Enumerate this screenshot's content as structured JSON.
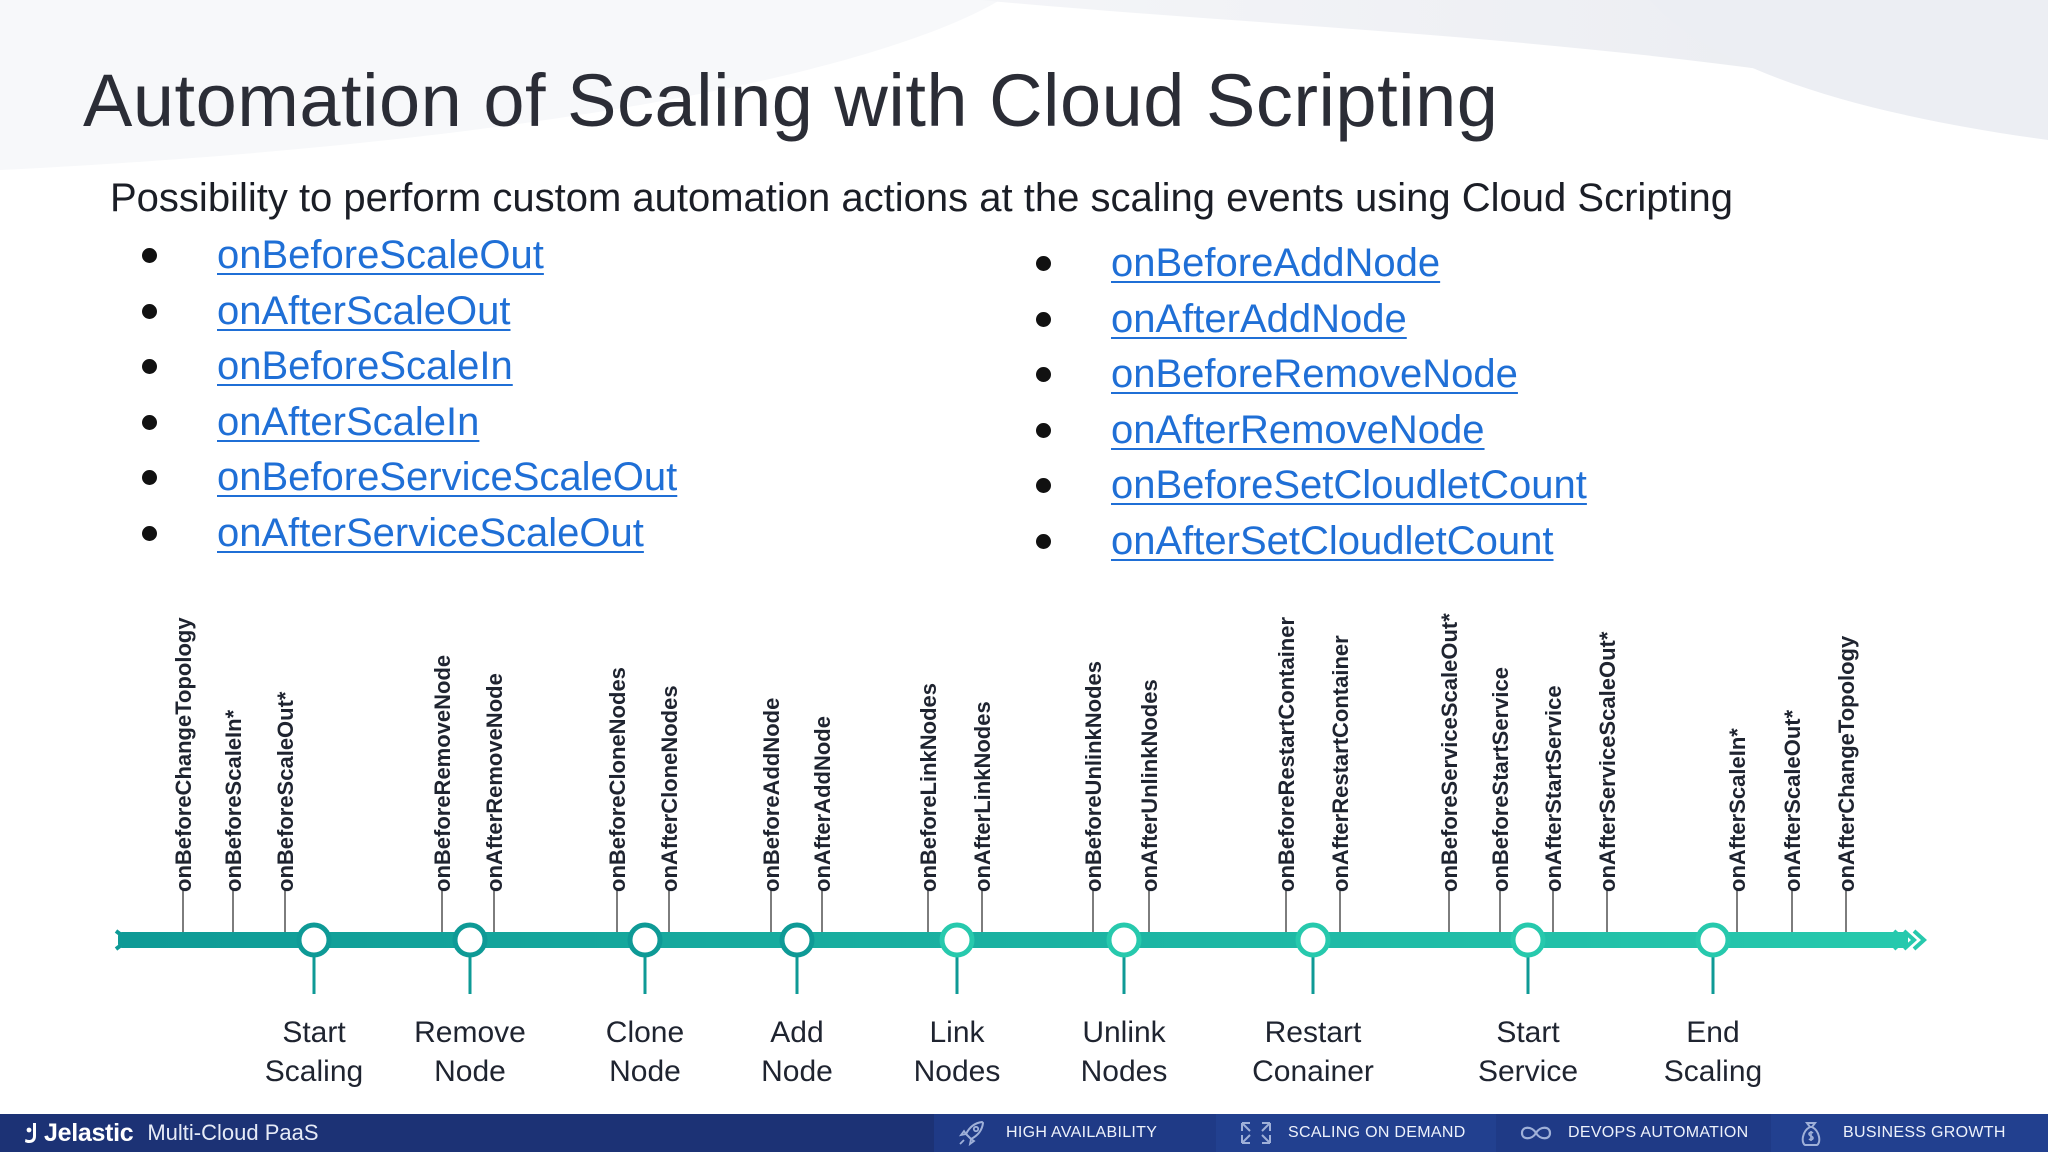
{
  "slide": {
    "title": "Automation of Scaling with Cloud Scripting",
    "subtitle": "Possibility to perform custom automation actions at the scaling events using Cloud Scripting"
  },
  "hooks_left": [
    "onBeforeScaleOut",
    "onAfterScaleOut",
    "onBeforeScaleIn",
    "onAfterScaleIn",
    "onBeforeServiceScaleOut",
    "onAfterServiceScaleOut"
  ],
  "hooks_right": [
    "onBeforeAddNode",
    "onAfterAddNode",
    "onBeforeRemoveNode",
    "onAfterRemoveNode",
    "onBeforeSetCloudletCount",
    "onAfterSetCloudletCount"
  ],
  "timeline": {
    "events": [
      "onBeforeChangeTopology",
      "onBeforeScaleIn*",
      "onBeforeScaleOut*",
      "onBeforeRemoveNode",
      "onAfterRemoveNode",
      "onBeforeCloneNodes",
      "onAfterCloneNodes",
      "onBeforeAddNode",
      "onAfterAddNode",
      "onBeforeLinkNodes",
      "onAfterLinkNodes",
      "onBeforeUnlinkNodes",
      "onAfterUnlinkNodes",
      "onBeforeRestartContainer",
      "onAfterRestartContainer",
      "onBeforeServiceScaleOut*",
      "onBeforeStartService",
      "onAfterStartService",
      "onAfterServiceScaleOut*",
      "onAfterScaleIn*",
      "onAfterScaleOut*",
      "onAfterChangeTopology"
    ],
    "stages": [
      [
        "Start",
        "Scaling"
      ],
      [
        "Remove",
        "Node"
      ],
      [
        "Clone",
        "Node"
      ],
      [
        "Add",
        "Node"
      ],
      [
        "Link",
        "Nodes"
      ],
      [
        "Unlink",
        "Nodes"
      ],
      [
        "Restart",
        "Conainer"
      ],
      [
        "Start",
        "Service"
      ],
      [
        "End",
        "Scaling"
      ]
    ],
    "colors": {
      "bar_start": "#0e9a96",
      "bar_end": "#27c9ad",
      "tick": "#7d7d7d",
      "label": "#1f2430"
    }
  },
  "footer": {
    "brand": "Jelastic",
    "tagline": "Multi-Cloud PaaS",
    "features": [
      {
        "label": "HIGH AVAILABILITY",
        "icon": "rocket-icon"
      },
      {
        "label": "SCALING ON DEMAND",
        "icon": "scaling-arrows-icon"
      },
      {
        "label": "DEVOPS AUTOMATION",
        "icon": "infinity-icon"
      },
      {
        "label": "BUSINESS GROWTH",
        "icon": "money-bag-icon"
      }
    ]
  }
}
